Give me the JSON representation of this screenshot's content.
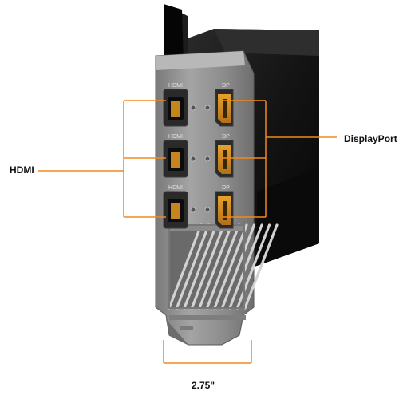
{
  "labels": {
    "hdmi": "HDMI",
    "displayport": "DisplayPort",
    "bracket_width": "2.75\""
  },
  "port_text": {
    "hdmi_port": "HDMI",
    "dp_port": "DP"
  },
  "colors": {
    "callout": "#f08a1c",
    "bracket_metal": "#8f8f8f",
    "card_shroud": "#111111",
    "port_glow": "#d8931e",
    "text": "#111111"
  },
  "ports": {
    "hdmi_count": 3,
    "displayport_count": 3
  }
}
